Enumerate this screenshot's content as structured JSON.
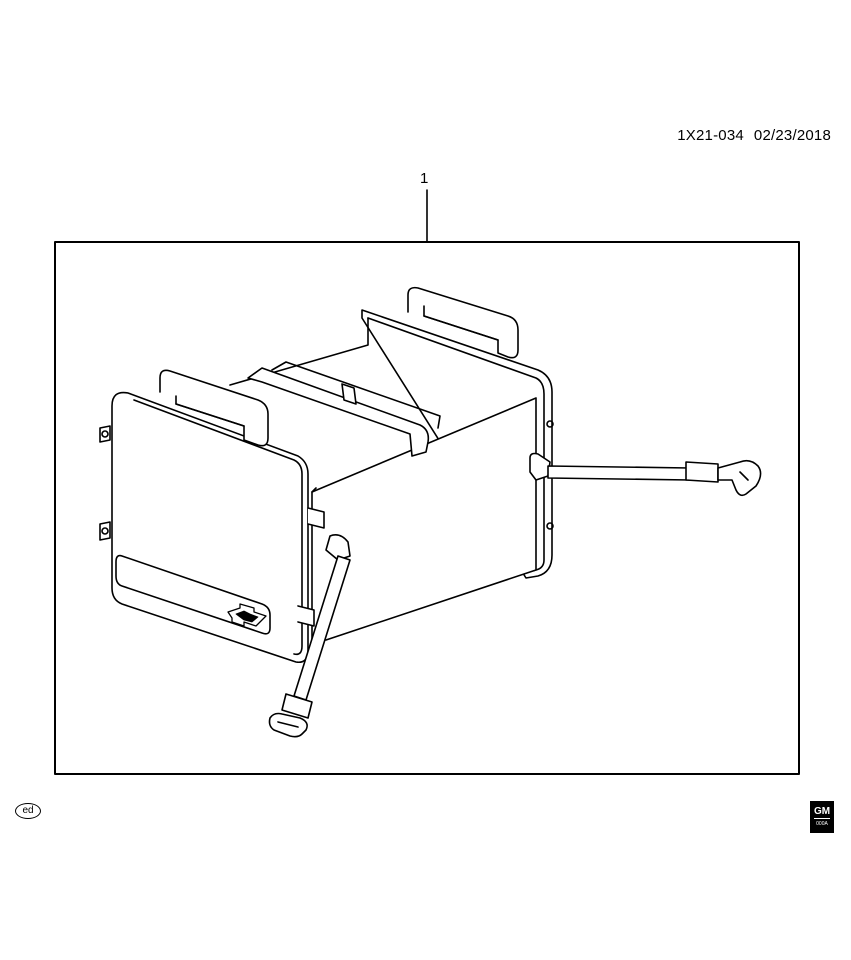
{
  "header": {
    "part_code": "1X21-034",
    "date": "02/23/2018"
  },
  "callout": {
    "label": "1"
  },
  "footer": {
    "ed_mark": "ed",
    "logo_text": "GM",
    "logo_subtext": "000A"
  }
}
